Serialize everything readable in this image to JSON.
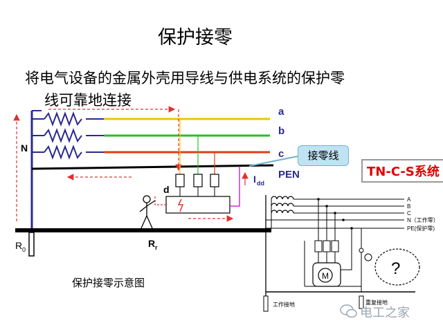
{
  "slide": {
    "title": "保护接零",
    "definition_line1": "将电气设备的金属外壳用导线与供电系统的保护零",
    "definition_line2": "线可靠地连接",
    "caption": "保护接零示意图",
    "system_label": "TN-C-S系统",
    "callout": "接零线",
    "watermark": "电工之家"
  },
  "main_diagram": {
    "labels": {
      "a": "a",
      "b": "b",
      "c": "c",
      "pen": "PEN",
      "n": "N",
      "d": "d",
      "idd": "I",
      "idd_sub": "dd",
      "r0": "R",
      "r0_sub": "0",
      "rr": "R",
      "rr_sub": "r"
    },
    "colors": {
      "a": "#f2c400",
      "b": "#28c028",
      "c": "#e03c14",
      "pen": "#000000",
      "frame": "#2a2a8c",
      "current_arrow": "#e03030",
      "fault_path": "#c000c0"
    }
  },
  "inset_diagram": {
    "line_labels": [
      "A",
      "B",
      "C",
      "N（工作零）",
      "PE(保护零)"
    ],
    "motor_label": "M",
    "question": "?",
    "ground_work": "工作接地",
    "ground_repeat": "重复接地"
  }
}
